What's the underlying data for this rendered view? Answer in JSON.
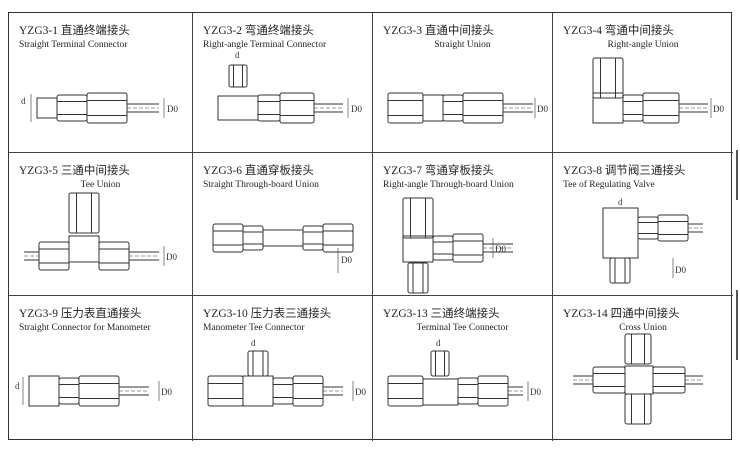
{
  "cells": [
    {
      "code": "YZG3-1 直通终端接头",
      "name": "Straight Terminal Connector",
      "dims": [
        "d",
        "D0"
      ]
    },
    {
      "code": "YZG3-2 弯通终端接头",
      "name": "Right-angle Terminal Connector",
      "dims": [
        "d",
        "D0"
      ]
    },
    {
      "code": "YZG3-3 直通中间接头",
      "name": "Straight Union",
      "dims": [
        "D0"
      ]
    },
    {
      "code": "YZG3-4 弯通中间接头",
      "name": "Right-angle Union",
      "dims": [
        "D0"
      ]
    },
    {
      "code": "YZG3-5 三通中间接头",
      "name": "Tee Union",
      "dims": [
        "D0"
      ]
    },
    {
      "code": "YZG3-6 直通穿板接头",
      "name": "Straight Through-board Union",
      "dims": [
        "D0"
      ]
    },
    {
      "code": "YZG3-7 弯通穿板接头",
      "name": "Right-angle Through-board Union",
      "dims": [
        "D0"
      ]
    },
    {
      "code": "YZG3-8 调节阀三通接头",
      "name": "Tee of Regulating Valve",
      "dims": [
        "d",
        "D0"
      ]
    },
    {
      "code": "YZG3-9 压力表直通接头",
      "name": "Straight Connector for Manometer",
      "dims": [
        "d",
        "D0"
      ]
    },
    {
      "code": "YZG3-10 压力表三通接头",
      "name": "Manometer Tee Connector",
      "dims": [
        "d",
        "D0"
      ]
    },
    {
      "code": "YZG3-13 三通终端接头",
      "name": "Terminal Tee Connector",
      "dims": [
        "d",
        "D0"
      ]
    },
    {
      "code": "YZG3-14 四通中间接头",
      "name": "Cross Union",
      "dims": []
    }
  ]
}
